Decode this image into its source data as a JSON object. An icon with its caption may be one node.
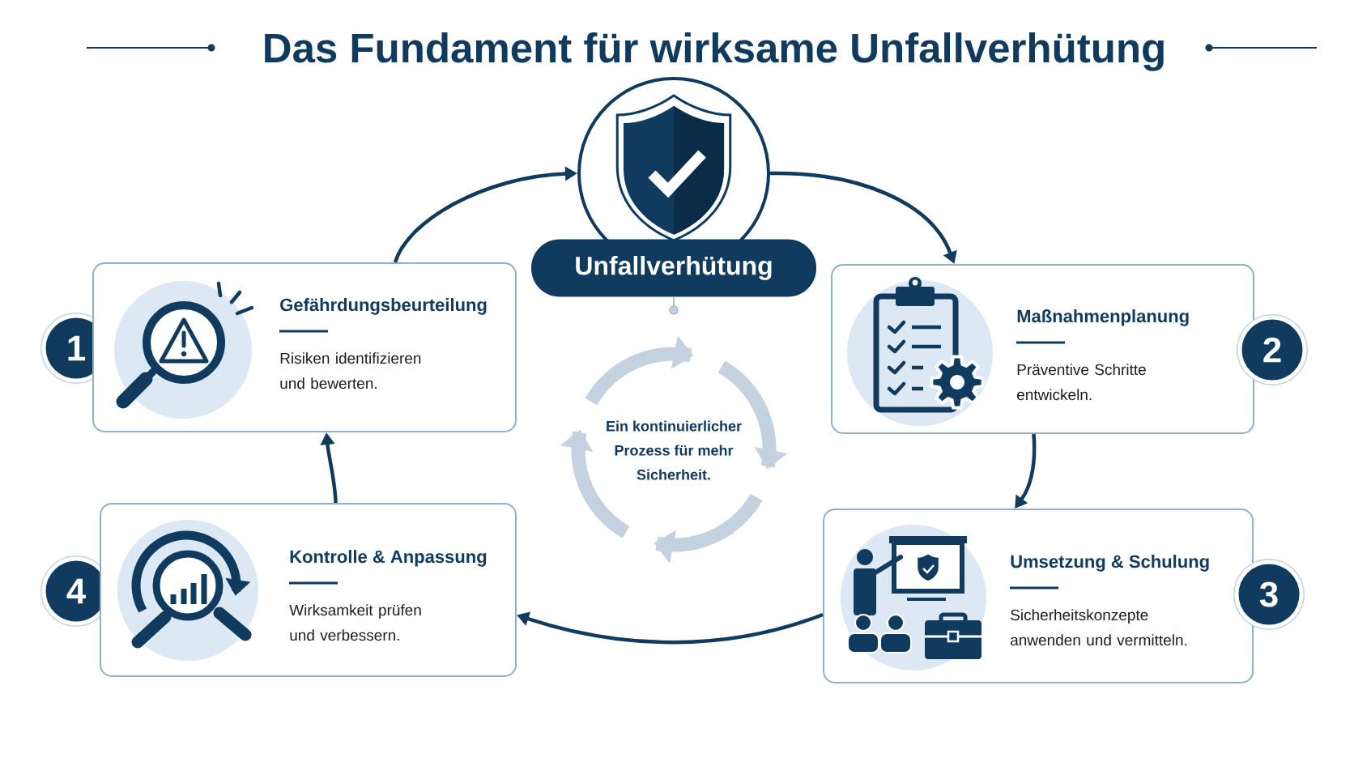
{
  "diagram": {
    "title": "Das Fundament für wirksame Unfallverhütung",
    "nodes": [
      {
        "text": [],
        "shape": "circle"
      },
      {
        "text": [
          "Unfallverhütung"
        ]
      },
      {
        "text": [
          "1"
        ]
      },
      {
        "text": [
          "Gefährdungsbeurteilung",
          "Risiken identifizieren und bewerten."
        ]
      },
      {
        "text": [
          "Maßnahmenplanung",
          "Präventive Schritte entwickeln."
        ]
      },
      {
        "text": [
          "2"
        ]
      },
      {
        "text": [
          "4"
        ]
      },
      {
        "text": [
          "Kontrolle & Anpassung",
          "Wirksamkeit prüfen und verbessern."
        ]
      },
      {
        "text": [
          "Umsetzung & Schulung",
          "Sicherheitskonzepte anwenden und vermitteln."
        ]
      },
      {
        "text": [
          "3"
        ]
      }
    ],
    "edges": [
      {
        "from": 3,
        "to": 0,
        "arrow": "to"
      },
      {
        "from": 0,
        "to": 4,
        "arrow": "to"
      },
      {
        "from": 4,
        "to": 8,
        "arrow": "to"
      },
      {
        "from": 8,
        "to": 7,
        "arrow": "to"
      },
      {
        "from": 7,
        "to": 3,
        "arrow": "to"
      }
    ],
    "labels": [
      "Ein kontinuierlicher Prozess für mehr Sicherheit."
    ]
  }
}
